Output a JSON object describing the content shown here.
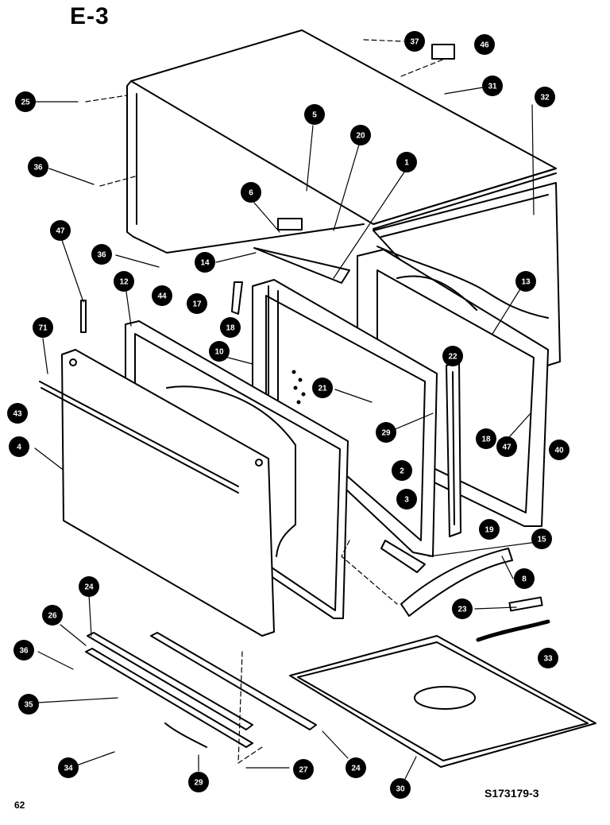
{
  "title": "E-3",
  "page_number": "62",
  "drawing_id": "S173179-3",
  "callouts": [
    {
      "id": "c37",
      "label": "37"
    },
    {
      "id": "c46",
      "label": "46"
    },
    {
      "id": "c31",
      "label": "31"
    },
    {
      "id": "c25",
      "label": "25"
    },
    {
      "id": "c32",
      "label": "32"
    },
    {
      "id": "c5",
      "label": "5"
    },
    {
      "id": "c20",
      "label": "20"
    },
    {
      "id": "c1",
      "label": "1"
    },
    {
      "id": "c36a",
      "label": "36"
    },
    {
      "id": "c6",
      "label": "6"
    },
    {
      "id": "c47a",
      "label": "47"
    },
    {
      "id": "c36b",
      "label": "36"
    },
    {
      "id": "c14",
      "label": "14"
    },
    {
      "id": "c12",
      "label": "12"
    },
    {
      "id": "c44",
      "label": "44"
    },
    {
      "id": "c17",
      "label": "17"
    },
    {
      "id": "c18a",
      "label": "18"
    },
    {
      "id": "c13",
      "label": "13"
    },
    {
      "id": "c71",
      "label": "71"
    },
    {
      "id": "c10",
      "label": "10"
    },
    {
      "id": "c22",
      "label": "22"
    },
    {
      "id": "c21",
      "label": "21"
    },
    {
      "id": "c43",
      "label": "43"
    },
    {
      "id": "c29a",
      "label": "29"
    },
    {
      "id": "c47b",
      "label": "47"
    },
    {
      "id": "c40",
      "label": "40"
    },
    {
      "id": "c4",
      "label": "4"
    },
    {
      "id": "c18b",
      "label": "18"
    },
    {
      "id": "c2",
      "label": "2"
    },
    {
      "id": "c3",
      "label": "3"
    },
    {
      "id": "c19",
      "label": "19"
    },
    {
      "id": "c15",
      "label": "15"
    },
    {
      "id": "c8",
      "label": "8"
    },
    {
      "id": "c24a",
      "label": "24"
    },
    {
      "id": "c23",
      "label": "23"
    },
    {
      "id": "c26",
      "label": "26"
    },
    {
      "id": "c36c",
      "label": "36"
    },
    {
      "id": "c33",
      "label": "33"
    },
    {
      "id": "c35",
      "label": "35"
    },
    {
      "id": "c34",
      "label": "34"
    },
    {
      "id": "c29b",
      "label": "29"
    },
    {
      "id": "c27",
      "label": "27"
    },
    {
      "id": "c24b",
      "label": "24"
    },
    {
      "id": "c30",
      "label": "30"
    }
  ]
}
